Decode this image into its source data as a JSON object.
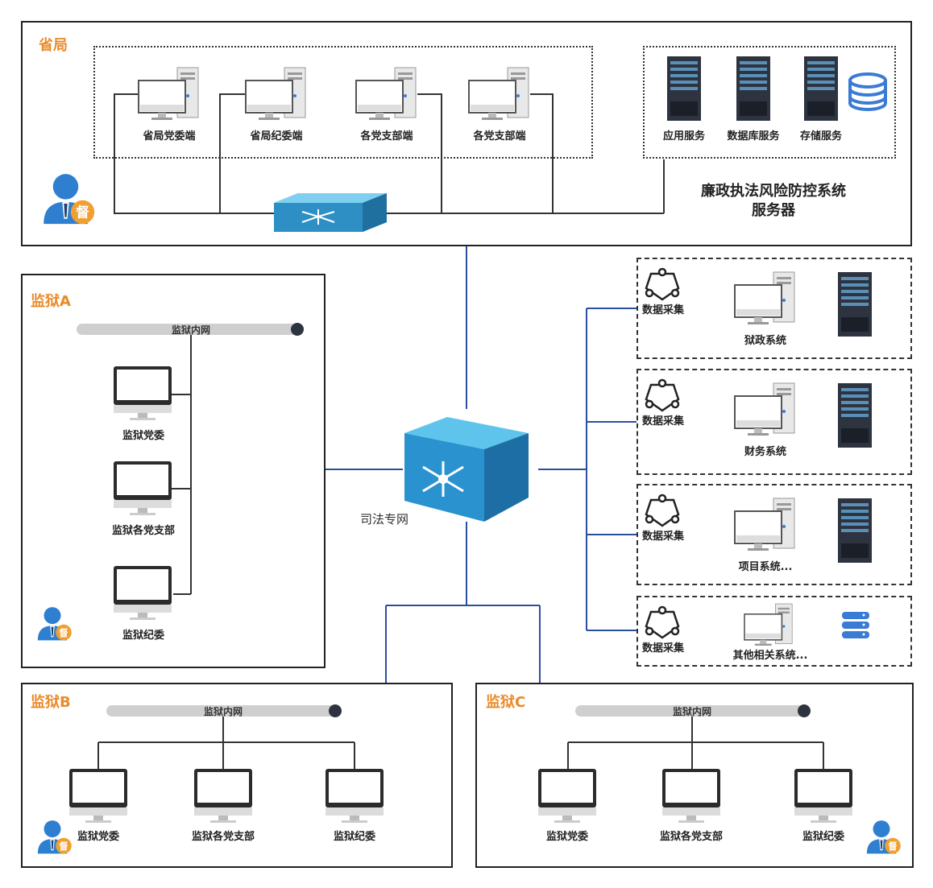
{
  "province": {
    "title": "省局",
    "terminals": [
      "省局党委端",
      "省局纪委端",
      "各党支部端",
      "各党支部端"
    ],
    "services": [
      "应用服务",
      "数据库服务",
      "存储服务"
    ],
    "server_title_line1": "廉政执法风险防控系统",
    "server_title_line2": "服务器",
    "badge_char": "督"
  },
  "network": {
    "label": "司法专网"
  },
  "prison_a": {
    "title": "监狱A",
    "intranet": "监狱内网",
    "nodes": [
      "监狱党委",
      "监狱各党支部",
      "监狱纪委"
    ]
  },
  "prison_b": {
    "title": "监狱B",
    "intranet": "监狱内网",
    "nodes": [
      "监狱党委",
      "监狱各党支部",
      "监狱纪委"
    ]
  },
  "prison_c": {
    "title": "监狱C",
    "intranet": "监狱内网",
    "nodes": [
      "监狱党委",
      "监狱各党支部",
      "监狱纪委"
    ]
  },
  "systems": [
    {
      "collect": "数据采集",
      "name": "狱政系统"
    },
    {
      "collect": "数据采集",
      "name": "财务系统"
    },
    {
      "collect": "数据采集",
      "name": "项目系统..."
    },
    {
      "collect": "数据采集",
      "name": "其他相关系统..."
    }
  ],
  "colors": {
    "accent_orange": "#e98b2a",
    "link_blue": "#2b4fa0",
    "switch_blue": "#3aa3d8",
    "server_dark": "#2d3440",
    "db_blue": "#3a7bd5"
  }
}
